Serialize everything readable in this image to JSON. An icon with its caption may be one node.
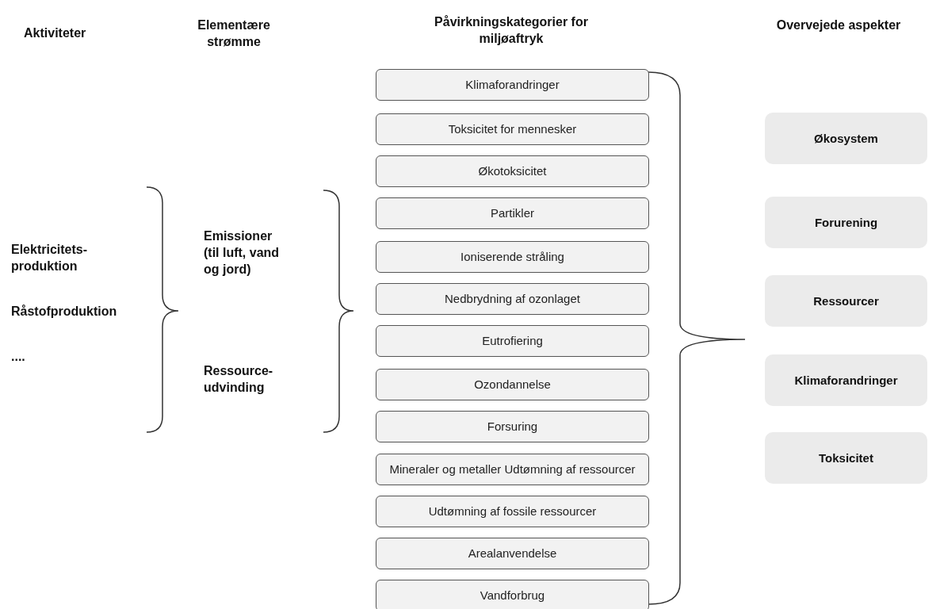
{
  "diagram": {
    "nodes": [
      {
        "text": [
          "Klimaforandringer"
        ]
      },
      {
        "text": [
          "Toksicitet for mennesker"
        ]
      },
      {
        "text": [
          "Økotoksicitet"
        ]
      },
      {
        "text": [
          "Partikler"
        ]
      },
      {
        "text": [
          "Ioniserende stråling"
        ]
      },
      {
        "text": [
          "Nedbrydning af ozonlaget"
        ]
      },
      {
        "text": [
          "Eutrofiering"
        ]
      },
      {
        "text": [
          "Ozondannelse"
        ]
      },
      {
        "text": [
          "Forsuring"
        ]
      },
      {
        "text": [
          "Mineraler og metaller Udtømning af ressourcer"
        ]
      },
      {
        "text": [
          "Udtømning af fossile ressourcer"
        ]
      },
      {
        "text": [
          "Arealanvendelse"
        ]
      },
      {
        "text": [
          "Vandforbrug"
        ]
      },
      {
        "text": [
          "Økosystem"
        ]
      },
      {
        "text": [
          "Forurening"
        ]
      },
      {
        "text": [
          "Ressourcer"
        ]
      },
      {
        "text": [
          "Klimaforandringer"
        ]
      },
      {
        "text": [
          "Toksicitet"
        ]
      }
    ],
    "edges": [],
    "labels": [
      "Aktiviteter",
      "Elementære strømme",
      "Påvirkningskategorier for miljøaftryk",
      "Overvejede aspekter",
      "Elektricitets- produktion",
      "Emissioner (til luft, vand og jord)",
      "Råstofproduktion",
      "....",
      "Ressource- udvinding"
    ]
  }
}
